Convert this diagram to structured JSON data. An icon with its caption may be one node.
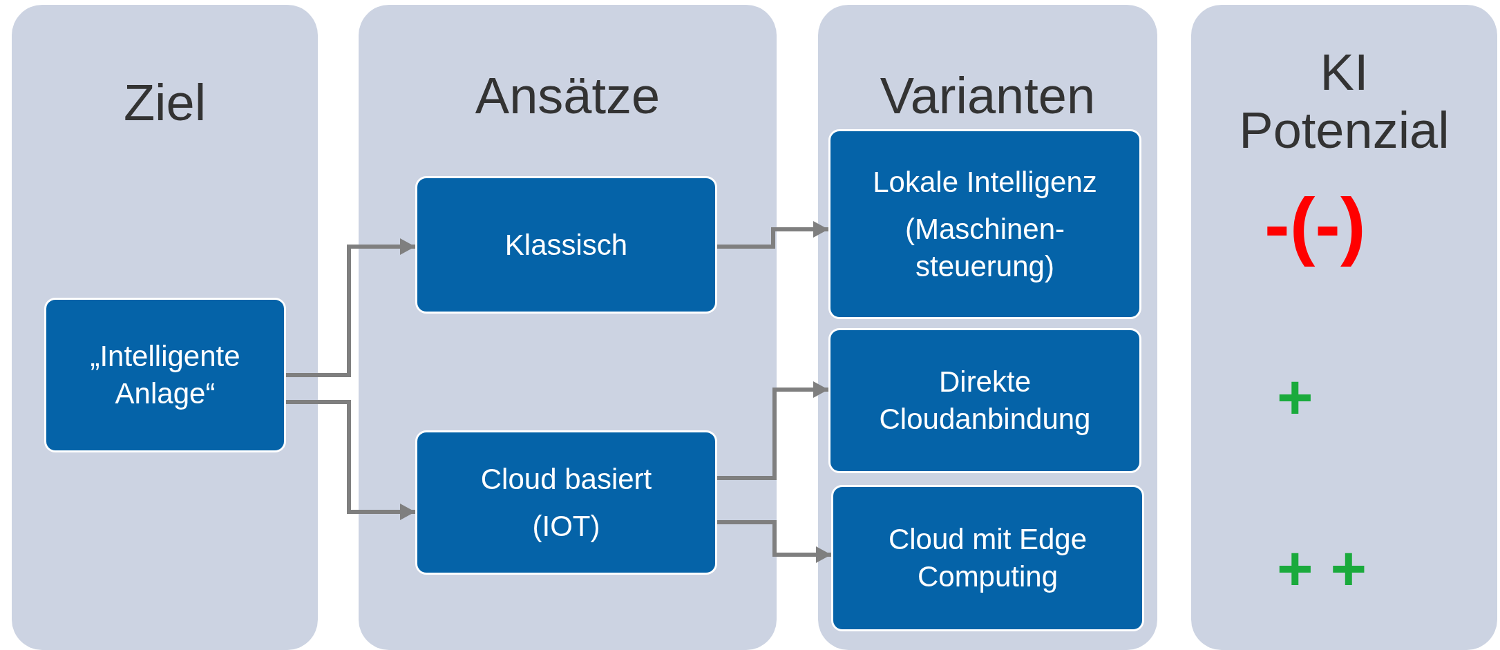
{
  "diagram": {
    "nodes": [
      {
        "text": [
          "Ziel"
        ]
      },
      {
        "text": [
          "„Intelligente Anlage“"
        ],
        "in": 0
      },
      {
        "text": [
          "Ansätze"
        ]
      },
      {
        "text": [
          "Klassisch"
        ],
        "in": 2
      },
      {
        "text": [
          "Cloud basiert",
          "(IOT)"
        ],
        "in": 2
      },
      {
        "text": [
          "Varianten"
        ]
      },
      {
        "text": [
          "Lokale Intelligenz",
          "(Maschinen- steuerung)"
        ],
        "in": 5
      },
      {
        "text": [
          "Direkte Cloudanbindung"
        ],
        "in": 5
      },
      {
        "text": [
          "Cloud mit Edge Computing"
        ],
        "in": 5
      },
      {
        "text": [
          "KI Potenzial"
        ]
      }
    ],
    "edges": [
      {
        "from": 1,
        "to": 3,
        "arrow": "to"
      },
      {
        "from": 1,
        "to": 4,
        "arrow": "to"
      },
      {
        "from": 3,
        "to": 6,
        "arrow": "to"
      },
      {
        "from": 4,
        "to": 7,
        "arrow": "to"
      },
      {
        "from": 4,
        "to": 8,
        "arrow": "to"
      }
    ],
    "labels": [
      "-(-)",
      "+",
      "+ +"
    ]
  }
}
